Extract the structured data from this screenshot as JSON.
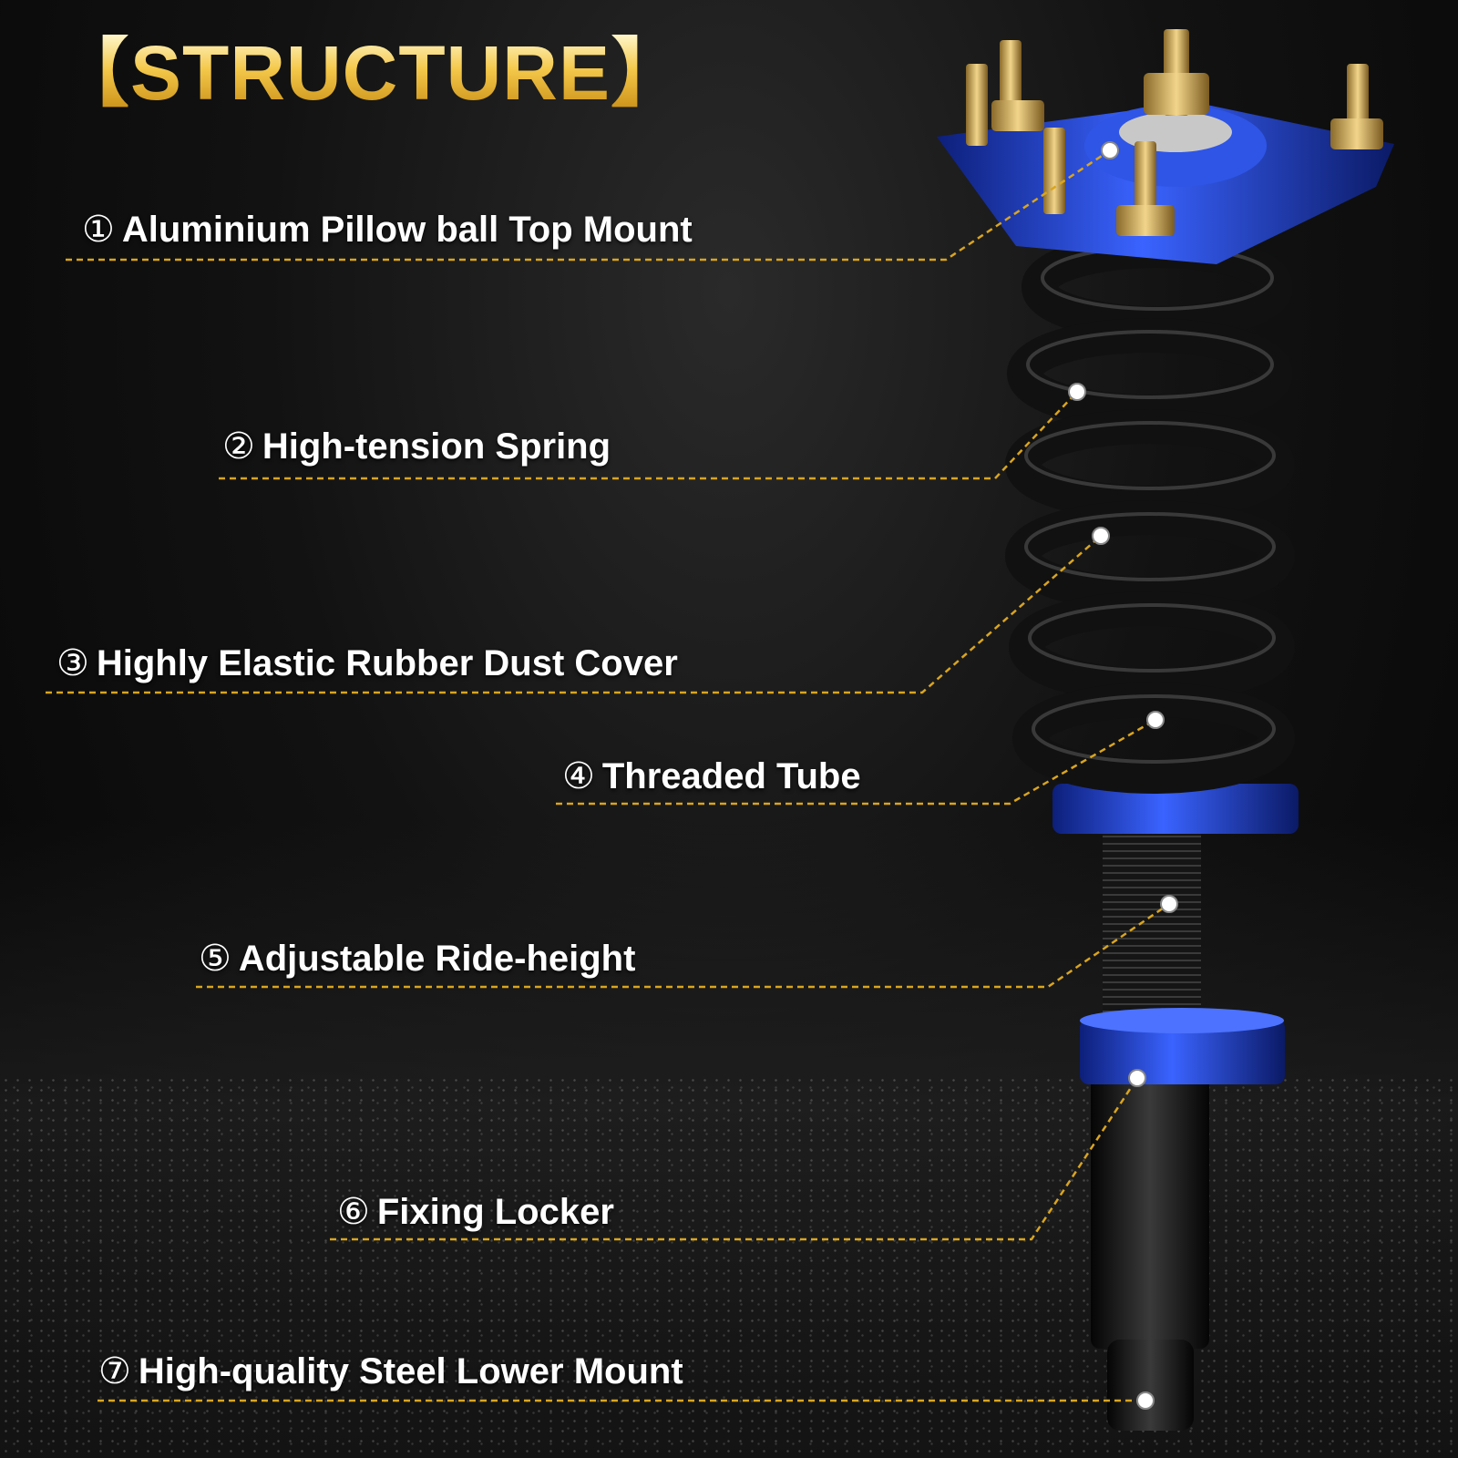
{
  "title": "【STRUCTURE】",
  "parts": [
    {
      "num": "①",
      "text": "Aluminium Pillow ball Top Mount"
    },
    {
      "num": "②",
      "text": "High-tension Spring"
    },
    {
      "num": "③",
      "text": "Highly Elastic Rubber Dust Cover"
    },
    {
      "num": "④",
      "text": "Threaded Tube"
    },
    {
      "num": "⑤",
      "text": "Adjustable Ride-height"
    },
    {
      "num": "⑥",
      "text": "Fixing Locker"
    },
    {
      "num": "⑦",
      "text": "High-quality Steel Lower Mount"
    }
  ],
  "colors": {
    "accent_gold": "#f4c84a",
    "leader_line": "#d9a520",
    "mount_blue": "#1f3fbf",
    "spring_black": "#101010"
  }
}
